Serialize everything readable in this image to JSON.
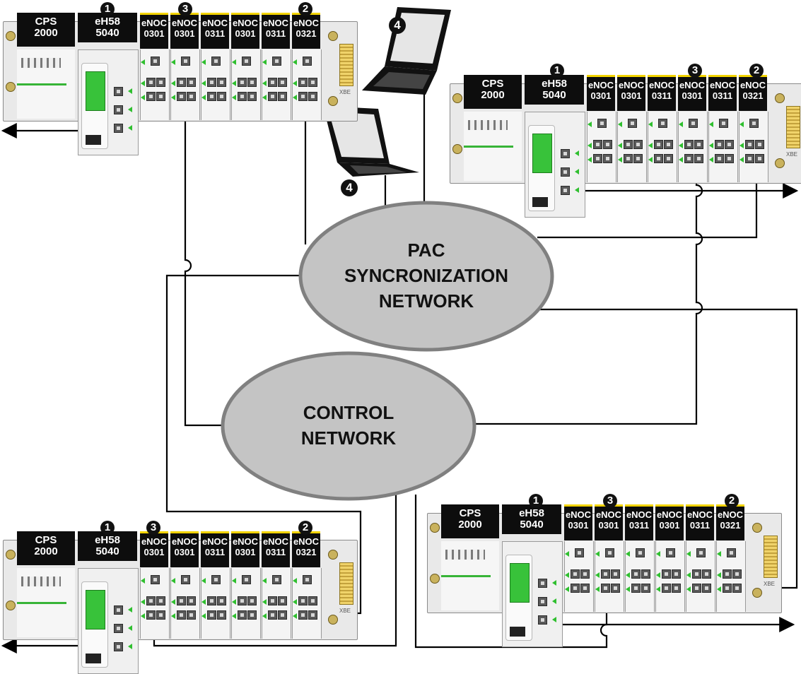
{
  "networks": {
    "sync": {
      "line1": "PAC",
      "line2": "SYNCRONIZATION",
      "line3": "NETWORK"
    },
    "control": {
      "line1": "CONTROL",
      "line2": "NETWORK"
    }
  },
  "modules": {
    "psu": {
      "line1": "CPS",
      "line2": "2000"
    },
    "cpu": {
      "line1": "eH58",
      "line2": "5040"
    },
    "noc": [
      {
        "line1": "eNOC",
        "line2": "0301"
      },
      {
        "line1": "eNOC",
        "line2": "0301"
      },
      {
        "line1": "eNOC",
        "line2": "0311"
      },
      {
        "line1": "eNOC",
        "line2": "0301"
      },
      {
        "line1": "eNOC",
        "line2": "0311"
      },
      {
        "line1": "eNOC",
        "line2": "0321"
      }
    ],
    "xbe": "XBE"
  },
  "callouts": {
    "cpu": "1",
    "link": "2",
    "noc": "3",
    "laptop": "4"
  },
  "colors": {
    "module_header": "#0d0d0d",
    "network_cloud": "#c4c4c4",
    "led": "#2fbf2f",
    "wire": "#000000"
  }
}
